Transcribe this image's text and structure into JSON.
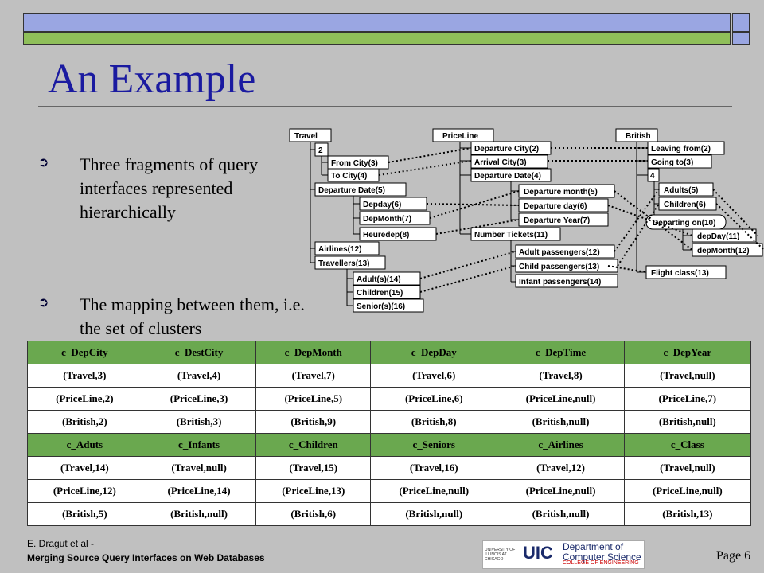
{
  "slide": {
    "title": "An Example",
    "bullets": [
      "Three fragments of query interfaces represented hierarchically",
      "The mapping between them, i.e. the set of clusters"
    ],
    "bullet_glyph": "➲"
  },
  "diagram": {
    "travel": {
      "root": "Travel",
      "nodes": [
        "2",
        "From City(3)",
        "To City(4)",
        "Departure Date(5)",
        "Depday(6)",
        "DepMonth(7)",
        "Heuredep(8)",
        "Airlines(12)",
        "Travellers(13)",
        "Adult(s)(14)",
        "Children(15)",
        "Senior(s)(16)"
      ]
    },
    "priceline": {
      "root": "PriceLine",
      "nodes": [
        "Departure City(2)",
        "Arrival City(3)",
        "Departure Date(4)",
        "Departure month(5)",
        "Departure day(6)",
        "Departure Year(7)",
        "Number Tickets(11)",
        "Adult passengers(12)",
        "Child passengers(13)",
        "Infant passengers(14)"
      ]
    },
    "british": {
      "root": "British",
      "nodes": [
        "Leaving from(2)",
        "Going to(3)",
        "4",
        "Adults(5)",
        "Children(6)",
        "Departing on(10)",
        "depDay(11)",
        "depMonth(12)",
        "Flight class(13)"
      ]
    }
  },
  "table": {
    "header1": [
      "c_DepCity",
      "c_DestCity",
      "c_DepMonth",
      "c_DepDay",
      "c_DepTime",
      "c_DepYear"
    ],
    "rows1": [
      [
        "(Travel,3)",
        "(Travel,4)",
        "(Travel,7)",
        "(Travel,6)",
        "(Travel,8)",
        "(Travel,null)"
      ],
      [
        "(PriceLine,2)",
        "(PriceLine,3)",
        "(PriceLine,5)",
        "(PriceLine,6)",
        "(PriceLine,null)",
        "(PriceLine,7)"
      ],
      [
        "(British,2)",
        "(British,3)",
        "(British,9)",
        "(British,8)",
        "(British,null)",
        "(British,null)"
      ]
    ],
    "header2": [
      "c_Aduts",
      "c_Infants",
      "c_Children",
      "c_Seniors",
      "c_Airlines",
      "c_Class"
    ],
    "rows2": [
      [
        "(Travel,14)",
        "(Travel,null)",
        "(Travel,15)",
        "(Travel,16)",
        "(Travel,12)",
        "(Travel,null)"
      ],
      [
        "(PriceLine,12)",
        "(PriceLine,14)",
        "(PriceLine,13)",
        "(PriceLine,null)",
        "(PriceLine,null)",
        "(PriceLine,null)"
      ],
      [
        "(British,5)",
        "(British,null)",
        "(British,6)",
        "(British,null)",
        "(British,null)",
        "(British,13)"
      ]
    ]
  },
  "footer": {
    "author": "E. Dragut et al -",
    "talk": "Merging Source Query Interfaces on Web Databases",
    "page": "Page 6",
    "logo_uic": "UIC",
    "logo_uic_small": "UNIVERSITY OF ILLINOIS AT CHICAGO",
    "logo_dept_line1": "Department of",
    "logo_dept_line2": "Computer Science",
    "logo_college": "COLLEGE OF ENGINEERING"
  },
  "colors": {
    "title": "#1a1aa0",
    "header_green": "#6aa84f",
    "bar_blue": "#9aa6e2",
    "bar_green": "#8fbf5a"
  }
}
